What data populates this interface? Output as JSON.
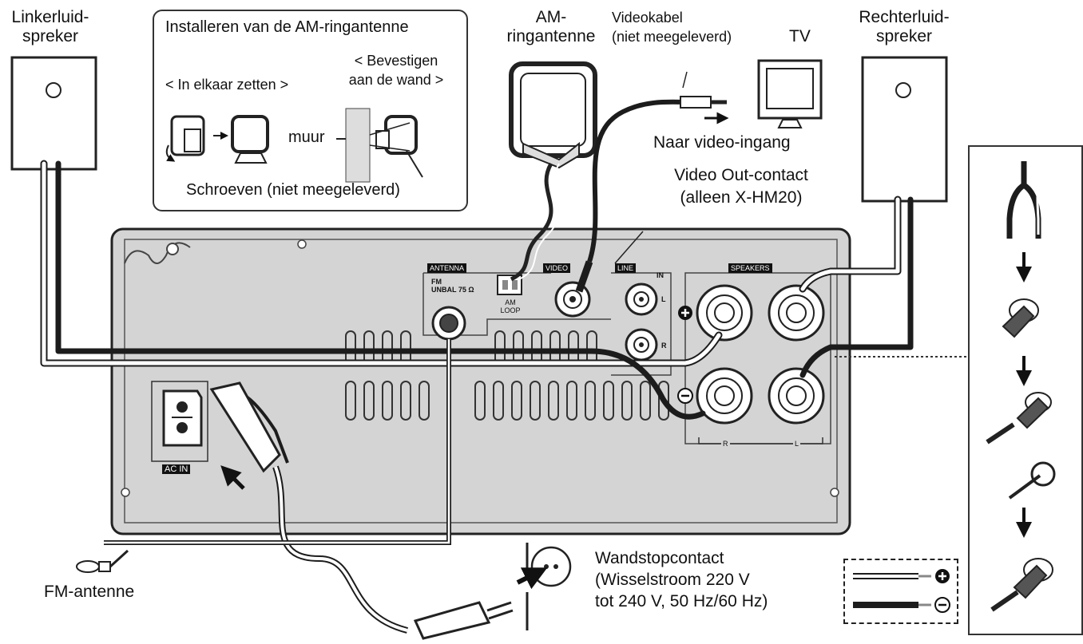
{
  "labels": {
    "left_speaker": [
      "Linkerluid-",
      "spreker"
    ],
    "right_speaker": [
      "Rechterluid-",
      "spreker"
    ],
    "am_antenna": [
      "AM-",
      "ringantenne"
    ],
    "video_cable": [
      "Videokabel",
      "(niet meegeleverd)"
    ],
    "tv": "TV",
    "to_video_input": "Naar video-ingang",
    "video_out": [
      "Video Out-contact",
      "(alleen X-HM20)"
    ],
    "fm_antenna": "FM-antenne",
    "wall_outlet": [
      "Wandstopcontact",
      "(Wisselstroom 220 V",
      "tot 240 V, 50 Hz/60 Hz)"
    ]
  },
  "inset": {
    "title": "Installeren van de AM-ringantenne",
    "assemble": "< In elkaar zetten >",
    "wall_mount": [
      "< Bevestigen",
      "aan de wand >"
    ],
    "wall": "muur",
    "screws": "Schroeven (niet meegeleverd)"
  },
  "panel": {
    "antenna_tag": "ANTENNA",
    "fm_label": [
      "FM",
      "UNBAL 75 Ω"
    ],
    "am_loop": [
      "AM",
      "LOOP"
    ],
    "video_tag": "VIDEO",
    "line_tag": "LINE",
    "line_in": "IN",
    "line_l": "L",
    "line_r": "R",
    "speakers_tag": "SPEAKERS",
    "spk_r": "R",
    "spk_l": "L",
    "ac_in": "AC IN"
  },
  "colors": {
    "panel_fill": "#d4d4d4",
    "panel_stroke": "#222222",
    "cable_dark": "#1c1c1c",
    "cable_light": "#ffffff"
  }
}
